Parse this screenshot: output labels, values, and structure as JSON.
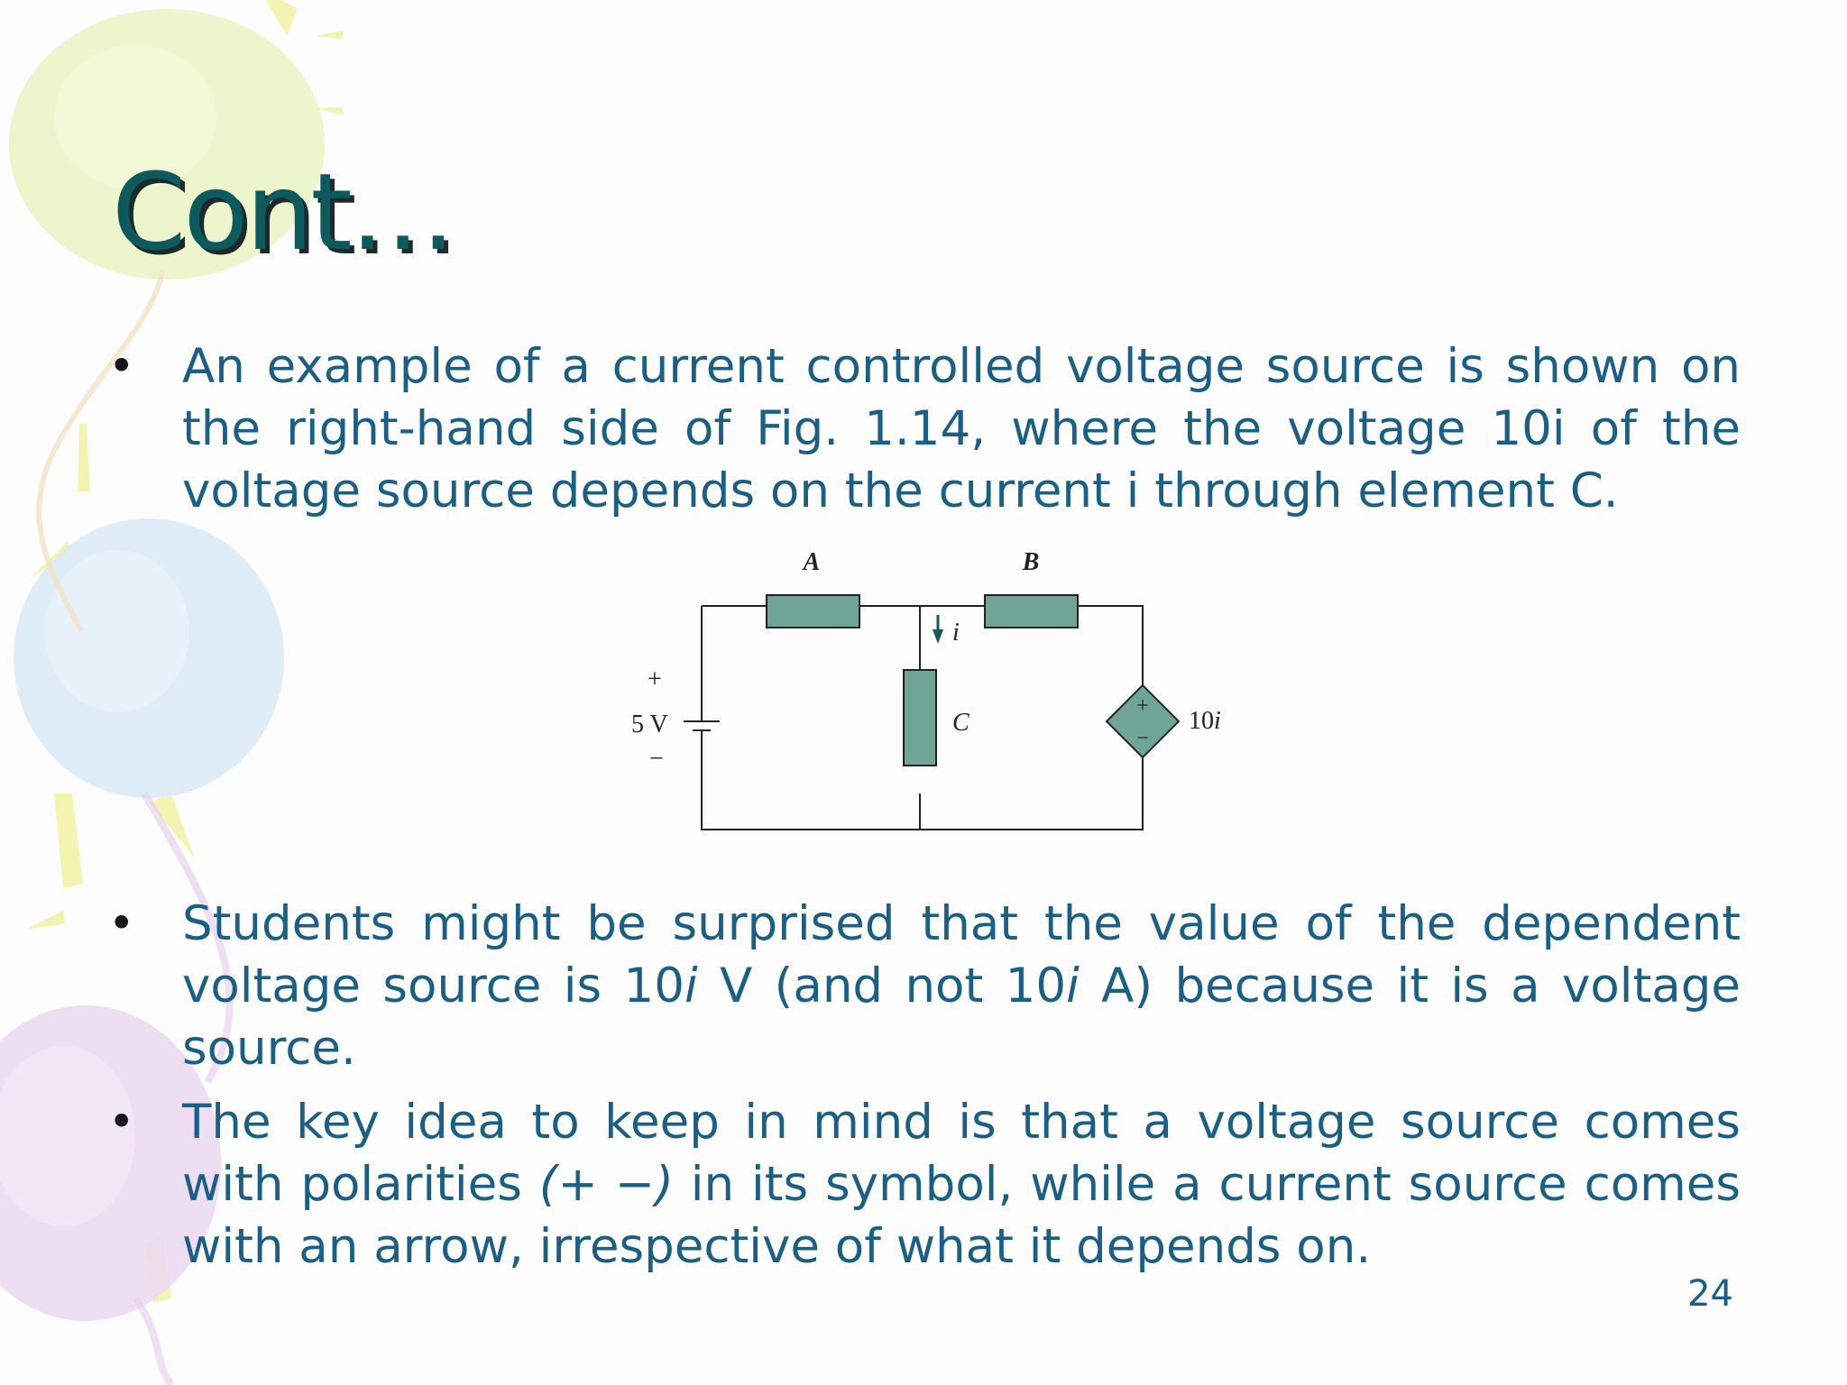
{
  "slide": {
    "title": "Cont…",
    "bullets": [
      {
        "text": "An example of a current controlled voltage source is shown on the right-hand side of Fig. 1.14, where the voltage 10i of the voltage source depends on the current i through element C."
      },
      {
        "parts": [
          "Students might be surprised that the value of the dependent voltage source is 10",
          "i",
          " V (and not 10",
          "i",
          " A) because it is a voltage source."
        ]
      },
      {
        "parts": [
          "The key idea to keep in mind is that a voltage source comes with polarities ",
          "(+ −)",
          " in its symbol, while a current source comes with an arrow, irrespective of what it depends on."
        ]
      }
    ],
    "page_number": "24"
  },
  "circuit": {
    "label_a": "A",
    "label_b": "B",
    "label_c": "C",
    "label_current": "i",
    "source_plus": "+",
    "source_value": "5 V",
    "source_minus": "−",
    "dependent_plus": "+",
    "dependent_minus": "−",
    "dependent_value_coefficient": "10",
    "dependent_value_variable": "i",
    "component_color": "#6fa597"
  }
}
